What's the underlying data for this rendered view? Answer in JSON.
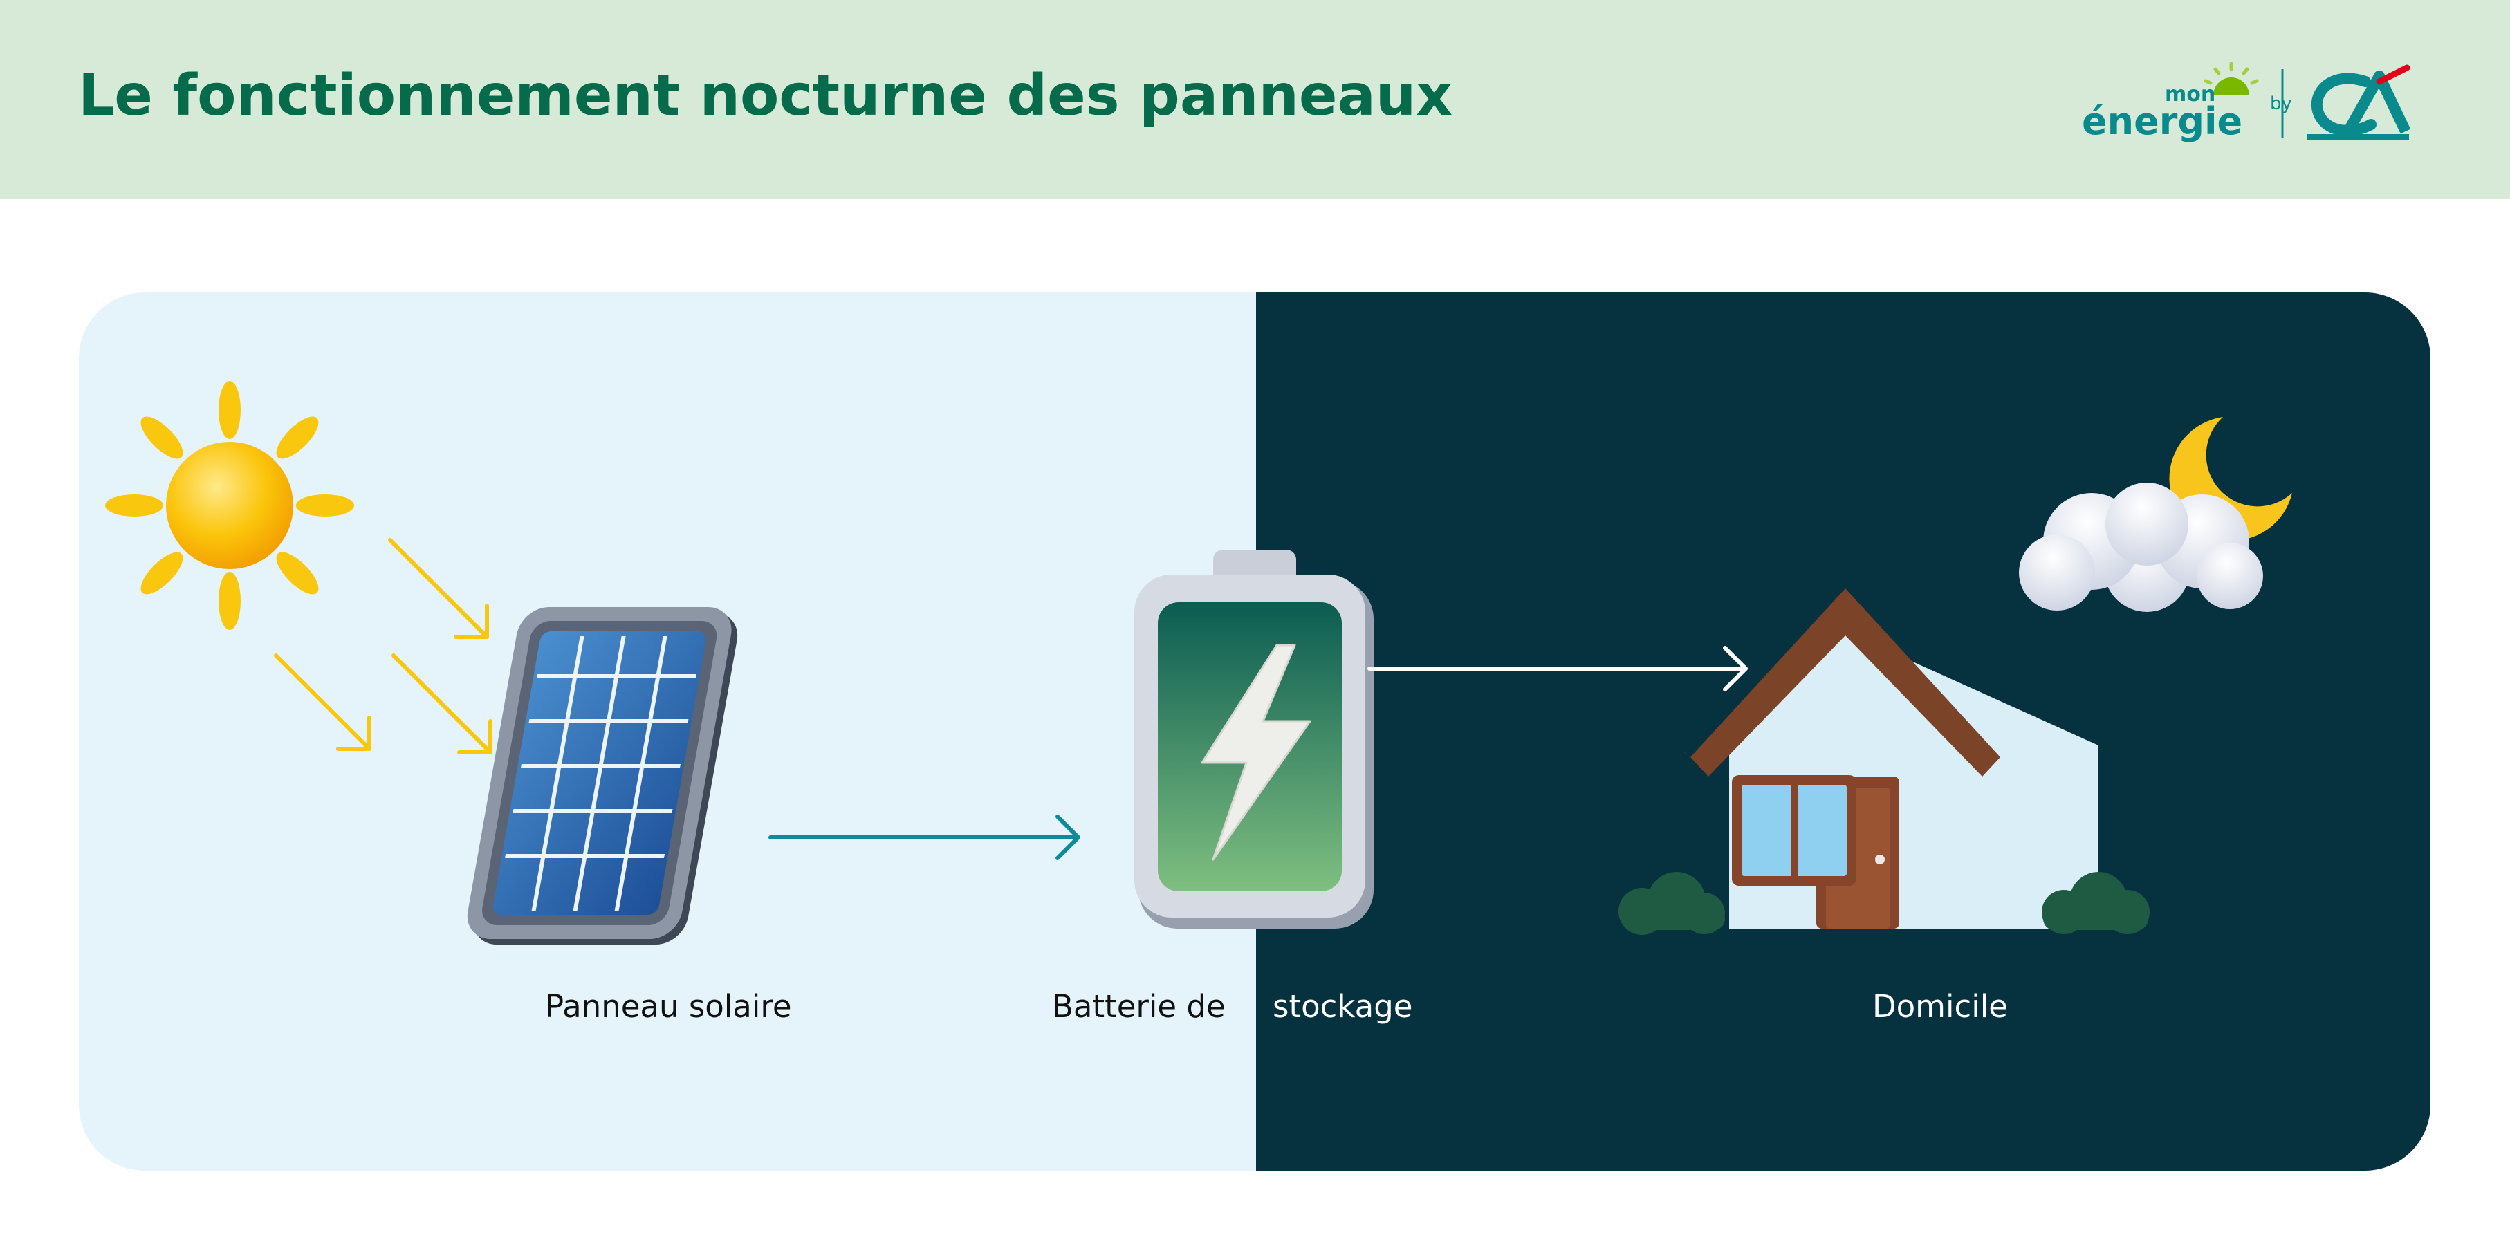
{
  "header": {
    "title": "Le fonctionnement nocturne des panneaux",
    "logo": {
      "word_top": "mon",
      "word_main": "énergie",
      "by": "by",
      "icon": "credit-agricole-logo"
    }
  },
  "colors": {
    "header_bg": "#d6ead7",
    "title": "#066b4a",
    "day_bg": "#e5f4fb",
    "night_bg": "#06313e",
    "sun": "#f9c80e",
    "arrow_day": "#0f8a99",
    "arrow_night": "#ffffff"
  },
  "diagram": {
    "nodes": [
      {
        "id": "solar-panel",
        "label": "Panneau solaire",
        "icon": "solar-panel-icon"
      },
      {
        "id": "battery",
        "label_part1": "Batterie de",
        "label_part2": "stockage",
        "icon": "battery-icon"
      },
      {
        "id": "home",
        "label": "Domicile",
        "icon": "house-icon"
      }
    ],
    "decor": [
      "sun-icon",
      "sun-rays-arrows",
      "cloud-moon-icon"
    ],
    "edges": [
      {
        "from": "solar-panel",
        "to": "battery"
      },
      {
        "from": "battery",
        "to": "home"
      }
    ]
  }
}
